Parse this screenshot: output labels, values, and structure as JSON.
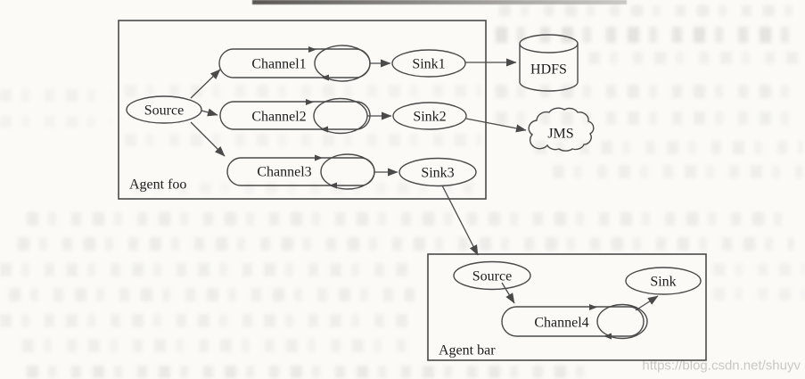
{
  "page": {
    "watermark": "https://blog.csdn.net/shuyv"
  },
  "diagram": {
    "type": "flume-agent-topology",
    "agents": [
      {
        "label": "Agent foo",
        "nodes": {
          "source": "Source",
          "channel1": "Channel1",
          "channel2": "Channel2",
          "channel3": "Channel3",
          "sink1": "Sink1",
          "sink2": "Sink2",
          "sink3": "Sink3"
        }
      },
      {
        "label": "Agent bar",
        "nodes": {
          "source": "Source",
          "channel4": "Channel4",
          "sink": "Sink"
        }
      }
    ],
    "external_systems": {
      "hdfs": "HDFS",
      "jms": "JMS"
    },
    "edges": [
      {
        "from": "Agent foo Source",
        "to": "Channel1"
      },
      {
        "from": "Agent foo Source",
        "to": "Channel2"
      },
      {
        "from": "Agent foo Source",
        "to": "Channel3"
      },
      {
        "from": "Channel1",
        "to": "Sink1"
      },
      {
        "from": "Channel2",
        "to": "Sink2"
      },
      {
        "from": "Channel3",
        "to": "Sink3"
      },
      {
        "from": "Sink1",
        "to": "HDFS"
      },
      {
        "from": "Sink2",
        "to": "JMS"
      },
      {
        "from": "Sink3",
        "to": "Agent bar Source"
      },
      {
        "from": "Agent bar Source",
        "to": "Channel4"
      },
      {
        "from": "Channel4",
        "to": "Sink"
      }
    ],
    "colors": {
      "line": "#4a4a4a",
      "text": "#1c1c1c",
      "watermark": "#cac8c5",
      "page_background": "#fbfaf7"
    }
  }
}
